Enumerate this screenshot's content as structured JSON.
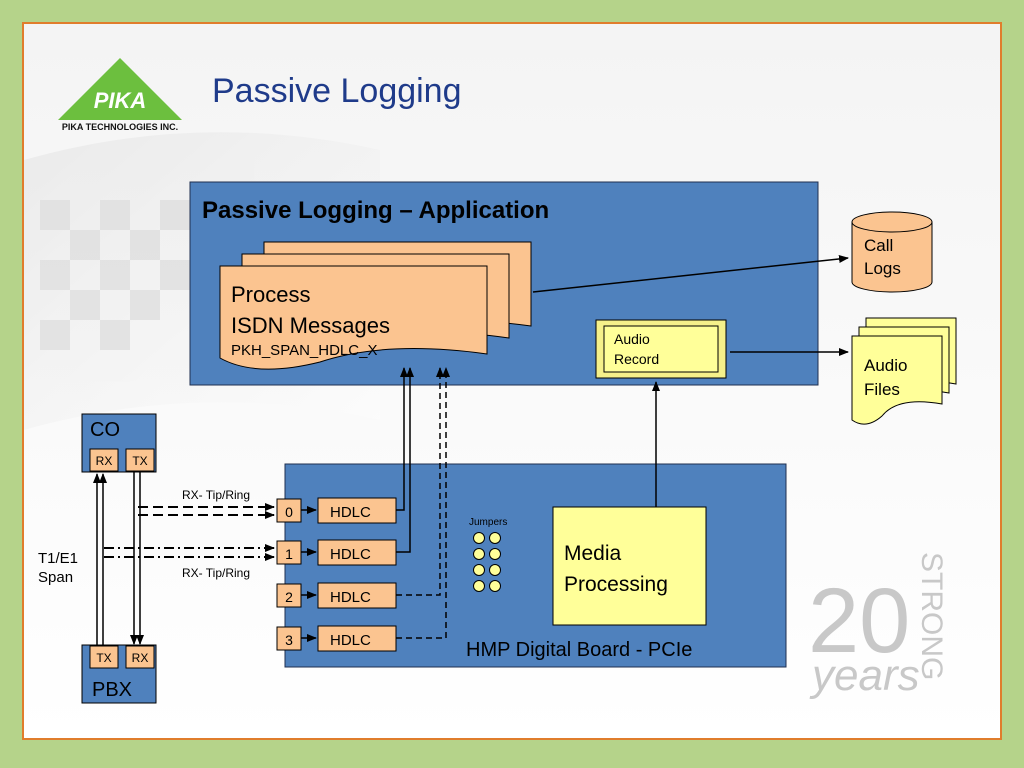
{
  "slide": {
    "title": "Passive Logging",
    "logo": {
      "brand": "PIKA",
      "company": "PIKA TECHNOLOGIES INC."
    },
    "watermark": {
      "number": "20",
      "word1": "years",
      "word2": "STRONG"
    }
  },
  "diagram": {
    "app_box": {
      "title": "Passive Logging – Application"
    },
    "process_doc": {
      "line1": "Process",
      "line2": "ISDN Messages",
      "line3": "PKH_SPAN_HDLC_X"
    },
    "audio_record": {
      "line1": "Audio",
      "line2": "Record"
    },
    "call_logs": {
      "line1": "Call",
      "line2": "Logs"
    },
    "audio_files": {
      "line1": "Audio",
      "line2": "Files"
    },
    "co": {
      "label": "CO",
      "rx": "RX",
      "tx": "TX"
    },
    "pbx": {
      "label": "PBX",
      "tx": "TX",
      "rx": "RX"
    },
    "span": {
      "line1": "T1/E1",
      "line2": "Span"
    },
    "rx_label_top": "RX- Tip/Ring",
    "rx_label_bottom": "RX- Tip/Ring",
    "board": {
      "label": "HMP Digital Board - PCIe",
      "jumpers": "Jumpers"
    },
    "ports": [
      "0",
      "1",
      "2",
      "3"
    ],
    "hdlc": [
      "HDLC",
      "HDLC",
      "HDLC",
      "HDLC"
    ],
    "media": {
      "line1": "Media",
      "line2": "Processing"
    }
  }
}
